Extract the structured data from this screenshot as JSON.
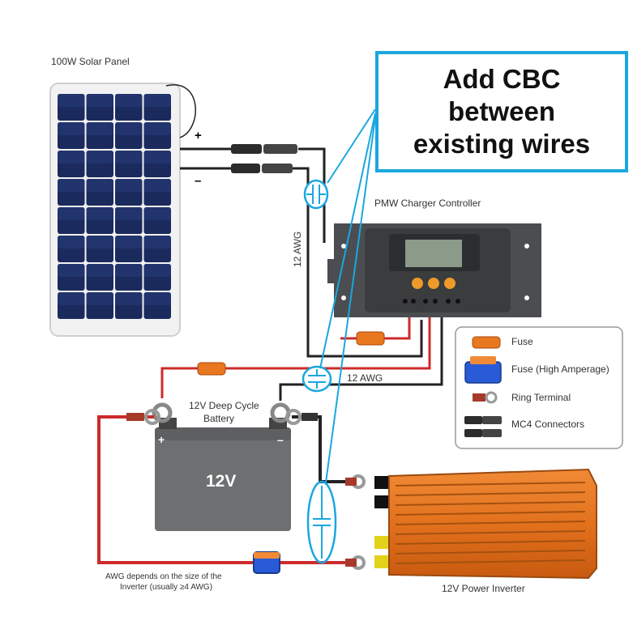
{
  "labels": {
    "solar_panel": "100W Solar Panel",
    "plus": "+",
    "minus": "–",
    "charger": "PMW Charger Controller",
    "awg_vertical": "12 AWG",
    "awg_horizontal": "12 AWG",
    "battery_title_1": "12V Deep Cycle",
    "battery_title_2": "Battery",
    "battery_voltage": "12V",
    "battery_plus": "+",
    "battery_minus": "–",
    "awg_note_1": "AWG depends on the size of the",
    "awg_note_2": "Inverter (usually ≥4 AWG)",
    "inverter": "12V Power Inverter"
  },
  "callout": {
    "line1": "Add CBC",
    "line2": "between",
    "line3": "existing wires"
  },
  "legend": {
    "items": [
      {
        "label": "Fuse",
        "icon": "fuse-icon"
      },
      {
        "label": "Fuse (High Amperage)",
        "icon": "high-amp-fuse-icon"
      },
      {
        "label": "Ring Terminal",
        "icon": "ring-terminal-icon"
      },
      {
        "label": "MC4 Connectors",
        "icon": "mc4-connector-icon"
      }
    ]
  },
  "colors": {
    "callout_border": "#1aa7e0",
    "wire_red": "#cc2b2b",
    "wire_black": "#222222",
    "fuse_orange": "#e8771f",
    "inverter_orange": "#e2711d",
    "solar_cell": "#1b2a5c",
    "battery_body": "#6d6f71"
  }
}
